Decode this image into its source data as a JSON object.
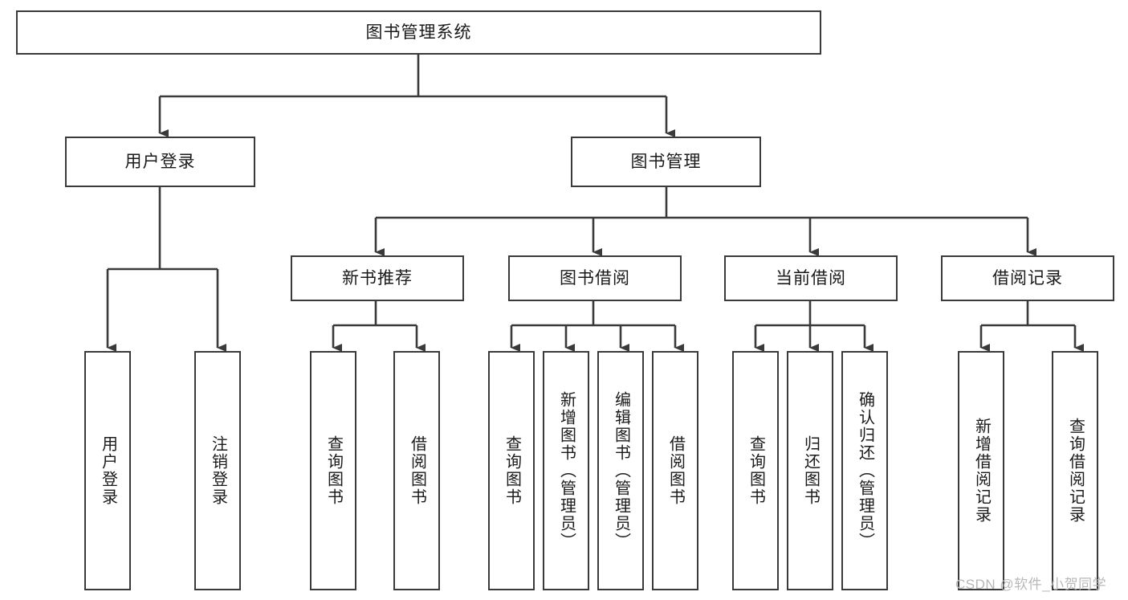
{
  "diagram": {
    "title": "图书管理系统",
    "style": {
      "box_border": "#3a3a3a",
      "box_fill": "#ffffff",
      "line": "#3a3a3a",
      "text": "#1a1a1a"
    },
    "root": {
      "label": "图书管理系统"
    },
    "level1": [
      {
        "label": "用户登录"
      },
      {
        "label": "图书管理"
      }
    ],
    "level2": [
      {
        "label": "新书推荐"
      },
      {
        "label": "图书借阅"
      },
      {
        "label": "当前借阅"
      },
      {
        "label": "借阅记录"
      }
    ],
    "leaves": {
      "user_login": [
        {
          "label": "用户登录"
        },
        {
          "label": "注销登录"
        }
      ],
      "new_book": [
        {
          "label": "查询图书"
        },
        {
          "label": "借阅图书"
        }
      ],
      "borrow_book": [
        {
          "label": "查询图书"
        },
        {
          "label": "新增图书（管理员）"
        },
        {
          "label": "编辑图书（管理员）"
        },
        {
          "label": "借阅图书"
        }
      ],
      "current_borrow": [
        {
          "label": "查询图书"
        },
        {
          "label": "归还图书"
        },
        {
          "label": "确认归还（管理员）"
        }
      ],
      "borrow_record": [
        {
          "label": "新增借阅记录"
        },
        {
          "label": "查询借阅记录"
        }
      ]
    }
  },
  "watermark": {
    "text": "CSDN @软件_小贺同学"
  }
}
